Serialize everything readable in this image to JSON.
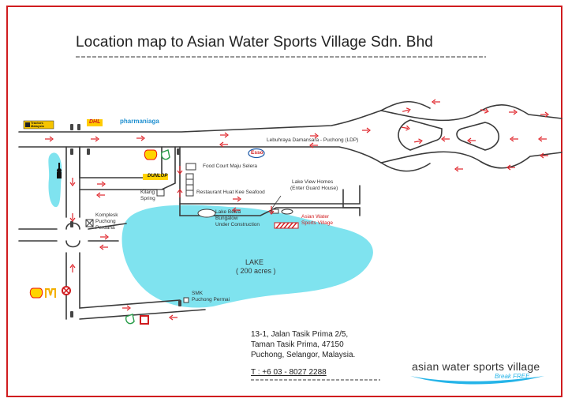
{
  "title": "Location map to Asian Water Sports Village Sdn. Bhd",
  "road_label": "Lebuhraya Damansara - Puchong (LDP)",
  "lake": {
    "name": "LAKE",
    "area": "( 200 acres )"
  },
  "places": {
    "food_court": "Food Court Maju Selera",
    "restaurant": "Restaurant Huat Kee Seafood",
    "kilang_1": "Kilang",
    "kilang_2": "Spring",
    "komplesk_1": "Komplesk",
    "komplesk_2": "Puchong",
    "komplesk_3": "Perdana",
    "lake_belva_1": "Lake Belva",
    "lake_belva_2": "Bungalow",
    "lake_belva_3": "Under Construction",
    "lake_view_1": "Lake View Homes",
    "lake_view_2": "(Enter Guard House)",
    "awsv_1": "Asian Water",
    "awsv_2": "Sports Village",
    "smk_1": "SMK",
    "smk_2": "Puchong Permai"
  },
  "brands": {
    "pharmaniaga_a": "pharma",
    "pharmaniaga_b": "niaga",
    "esso": "Esso",
    "dunlop": "DUNLOP",
    "dhl": "DHL",
    "tractors": "Tractors Malaysia"
  },
  "address": {
    "line1": "13-1, Jalan Tasik Prima 2/5,",
    "line2": "Taman Tasik Prima, 47150",
    "line3": "Puchong, Selangor, Malaysia.",
    "phone": "T : +6 03 - 8027 2288"
  },
  "logo": {
    "name": "asian water sports village",
    "tagline": "Break FREE"
  },
  "colors": {
    "lake": "#7fe3ef",
    "arrow": "#e0252b",
    "road": "#3a3a3a",
    "logo_blue": "#25b4e8"
  }
}
